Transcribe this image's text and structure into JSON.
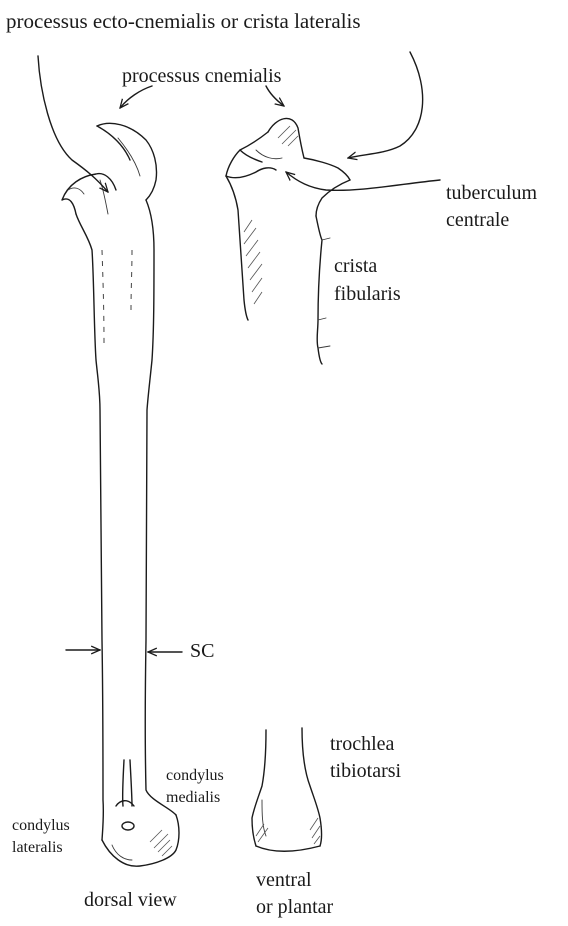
{
  "labels": {
    "processus_ecto": "processus ecto-cnemialis or crista lateralis",
    "processus_cnemialis": "processus cnemialis",
    "tuberculum_line1": "tuberculum",
    "tuberculum_line2": "centrale",
    "crista_line1": "crista",
    "crista_line2": "fibularis",
    "sc": "SC",
    "trochlea_line1": "trochlea",
    "trochlea_line2": "tibiotarsi",
    "condylus_medialis_line1": "condylus",
    "condylus_medialis_line2": "medialis",
    "condylus_lateralis_line1": "condylus",
    "condylus_lateralis_line2": "lateralis",
    "dorsal_view": "dorsal view",
    "ventral_line1": "ventral",
    "ventral_line2": "or plantar"
  },
  "colors": {
    "ink": "#1b1b1b",
    "background": "#ffffff"
  }
}
